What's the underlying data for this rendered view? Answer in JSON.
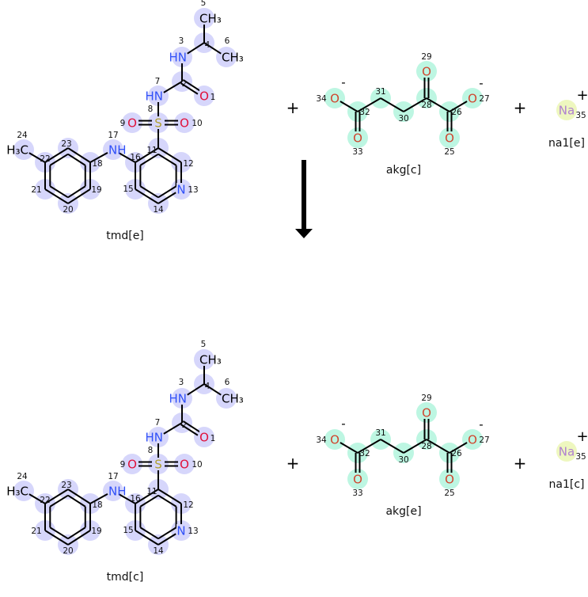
{
  "reaction": {
    "reactants": [
      {
        "name": "tmd[e]",
        "type": "tmd"
      },
      {
        "name": "akg[c]",
        "type": "akg"
      },
      {
        "name": "na1[e]",
        "type": "na"
      }
    ],
    "products": [
      {
        "name": "tmd[c]",
        "type": "tmd"
      },
      {
        "name": "akg[e]",
        "type": "akg"
      },
      {
        "name": "na1[c]",
        "type": "na"
      }
    ],
    "plus": "+",
    "arrow": "reaction-arrow"
  },
  "molecules": {
    "tmd": {
      "highlight": "#d6d6fb",
      "atoms": [
        {
          "n": "1",
          "el": "O"
        },
        {
          "n": "2",
          "el": ""
        },
        {
          "n": "3",
          "el": "HN"
        },
        {
          "n": "4",
          "el": ""
        },
        {
          "n": "5",
          "el": "CH₃"
        },
        {
          "n": "6",
          "el": "CH₃"
        },
        {
          "n": "7",
          "el": "HN"
        },
        {
          "n": "8",
          "el": "S"
        },
        {
          "n": "9",
          "el": "O"
        },
        {
          "n": "10",
          "el": "O"
        },
        {
          "n": "11",
          "el": ""
        },
        {
          "n": "12",
          "el": ""
        },
        {
          "n": "13",
          "el": "N"
        },
        {
          "n": "14",
          "el": ""
        },
        {
          "n": "15",
          "el": ""
        },
        {
          "n": "16",
          "el": ""
        },
        {
          "n": "17",
          "el": "NH"
        },
        {
          "n": "18",
          "el": ""
        },
        {
          "n": "19",
          "el": ""
        },
        {
          "n": "20",
          "el": ""
        },
        {
          "n": "21",
          "el": ""
        },
        {
          "n": "22",
          "el": ""
        },
        {
          "n": "23",
          "el": ""
        },
        {
          "n": "24",
          "el": "H₃C"
        }
      ]
    },
    "akg": {
      "highlight": "#bdf6e2",
      "atoms": [
        {
          "n": "25",
          "el": "O"
        },
        {
          "n": "26",
          "el": ""
        },
        {
          "n": "27",
          "el": "O",
          "charge": "-"
        },
        {
          "n": "28",
          "el": ""
        },
        {
          "n": "29",
          "el": "O"
        },
        {
          "n": "30",
          "el": ""
        },
        {
          "n": "31",
          "el": ""
        },
        {
          "n": "32",
          "el": ""
        },
        {
          "n": "33",
          "el": "O"
        },
        {
          "n": "34",
          "el": "O",
          "charge": "-"
        }
      ]
    },
    "na": {
      "highlight": "#eef7bf",
      "atoms": [
        {
          "n": "35",
          "el": "Na",
          "charge": "+"
        }
      ]
    }
  },
  "colors": {
    "N": "#3050f8",
    "O_tmd": "#e0103a",
    "O_akg": "#d0452e",
    "S": "#b0a030",
    "Na": "#b080d0",
    "C": "#000000"
  }
}
